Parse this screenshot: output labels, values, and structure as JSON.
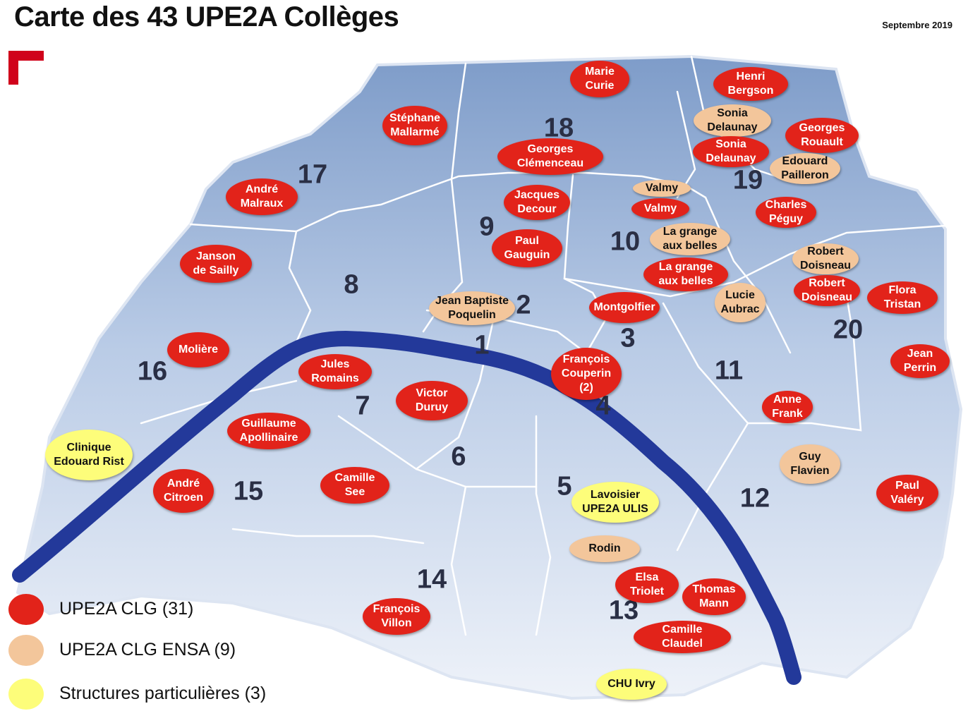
{
  "title": "Carte des 43 UPE2A Collèges",
  "date": "Septembre 2019",
  "colors": {
    "red": "#e2231a",
    "beige": "#f3c69b",
    "yellow": "#fdfd7a",
    "seine": "#23399a",
    "map": "#a9bddd"
  },
  "arrondissements": [
    "1",
    "2",
    "3",
    "4",
    "5",
    "6",
    "7",
    "8",
    "9",
    "10",
    "11",
    "12",
    "13",
    "14",
    "15",
    "16",
    "17",
    "18",
    "19",
    "20"
  ],
  "colleges": [
    {
      "id": "marie-curie",
      "label": "Marie\nCurie",
      "type": "red"
    },
    {
      "id": "henri-bergson",
      "label": "Henri\nBergson",
      "type": "red"
    },
    {
      "id": "stephane-mallarme",
      "label": "Stéphane\nMallarmé",
      "type": "red"
    },
    {
      "id": "sonia-delaunay-ensa",
      "label": "Sonia\nDelaunay",
      "type": "beige"
    },
    {
      "id": "georges-rouault",
      "label": "Georges\nRouault",
      "type": "red"
    },
    {
      "id": "georges-clemenceau",
      "label": "Georges\nClémenceau",
      "type": "red"
    },
    {
      "id": "sonia-delaunay",
      "label": "Sonia\nDelaunay",
      "type": "red"
    },
    {
      "id": "edouard-pailleron",
      "label": "Edouard\nPailleron",
      "type": "beige"
    },
    {
      "id": "andre-malraux",
      "label": "André\nMalraux",
      "type": "red"
    },
    {
      "id": "jacques-decour",
      "label": "Jacques\nDecour",
      "type": "red"
    },
    {
      "id": "valmy-ensa",
      "label": "Valmy",
      "type": "beige"
    },
    {
      "id": "valmy",
      "label": "Valmy",
      "type": "red"
    },
    {
      "id": "charles-peguy",
      "label": "Charles\nPéguy",
      "type": "red"
    },
    {
      "id": "la-grange-ensa",
      "label": "La grange\naux belles",
      "type": "beige"
    },
    {
      "id": "paul-gauguin",
      "label": "Paul\nGauguin",
      "type": "red"
    },
    {
      "id": "janson-de-sailly",
      "label": "Janson\nde Sailly",
      "type": "red"
    },
    {
      "id": "robert-doisneau-ensa",
      "label": "Robert\nDoisneau",
      "type": "beige"
    },
    {
      "id": "la-grange",
      "label": "La grange\naux belles",
      "type": "red"
    },
    {
      "id": "robert-doisneau",
      "label": "Robert\nDoisneau",
      "type": "red"
    },
    {
      "id": "flora-tristan",
      "label": "Flora\nTristan",
      "type": "red"
    },
    {
      "id": "lucie-aubrac",
      "label": "Lucie\nAubrac",
      "type": "beige"
    },
    {
      "id": "jean-baptiste-poquelin",
      "label": "Jean Baptiste\nPoquelin",
      "type": "beige"
    },
    {
      "id": "montgolfier",
      "label": "Montgolfier",
      "type": "red"
    },
    {
      "id": "moliere",
      "label": "Molière",
      "type": "red"
    },
    {
      "id": "jean-perrin",
      "label": "Jean\nPerrin",
      "type": "red"
    },
    {
      "id": "jules-romains",
      "label": "Jules\nRomains",
      "type": "red"
    },
    {
      "id": "francois-couperin",
      "label": "François\nCouperin\n(2)",
      "type": "red"
    },
    {
      "id": "victor-duruy",
      "label": "Victor\nDuruy",
      "type": "red"
    },
    {
      "id": "anne-frank",
      "label": "Anne\nFrank",
      "type": "red"
    },
    {
      "id": "guillaume-apollinaire",
      "label": "Guillaume\nApollinaire",
      "type": "red"
    },
    {
      "id": "clinique-edouard-rist",
      "label": "Clinique\nEdouard Rist",
      "type": "yellow"
    },
    {
      "id": "guy-flavien",
      "label": "Guy\nFlavien",
      "type": "beige"
    },
    {
      "id": "andre-citroen",
      "label": "André\nCitroen",
      "type": "red"
    },
    {
      "id": "camille-see",
      "label": "Camille\nSee",
      "type": "red"
    },
    {
      "id": "paul-valery",
      "label": "Paul\nValéry",
      "type": "red"
    },
    {
      "id": "lavoisier",
      "label": "Lavoisier\nUPE2A ULIS",
      "type": "yellow"
    },
    {
      "id": "rodin",
      "label": "Rodin",
      "type": "beige"
    },
    {
      "id": "elsa-triolet",
      "label": "Elsa\nTriolet",
      "type": "red"
    },
    {
      "id": "thomas-mann",
      "label": "Thomas\nMann",
      "type": "red"
    },
    {
      "id": "francois-villon",
      "label": "François\nVillon",
      "type": "red"
    },
    {
      "id": "camille-claudel",
      "label": "Camille\nClaudel",
      "type": "red"
    },
    {
      "id": "chu-ivry",
      "label": "CHU Ivry",
      "type": "yellow"
    }
  ],
  "legend": [
    {
      "label": "UPE2A CLG (31)",
      "type": "red"
    },
    {
      "label": "UPE2A CLG ENSA (9)",
      "type": "beige"
    },
    {
      "label": "Structures particulières (3)",
      "type": "yellow"
    }
  ]
}
